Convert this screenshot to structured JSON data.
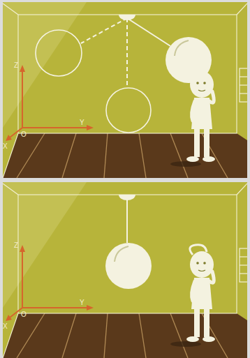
{
  "diagram": {
    "labels": [
      "Z",
      "Y",
      "O",
      "X",
      "Z",
      "Y",
      "O",
      "X"
    ]
  }
}
